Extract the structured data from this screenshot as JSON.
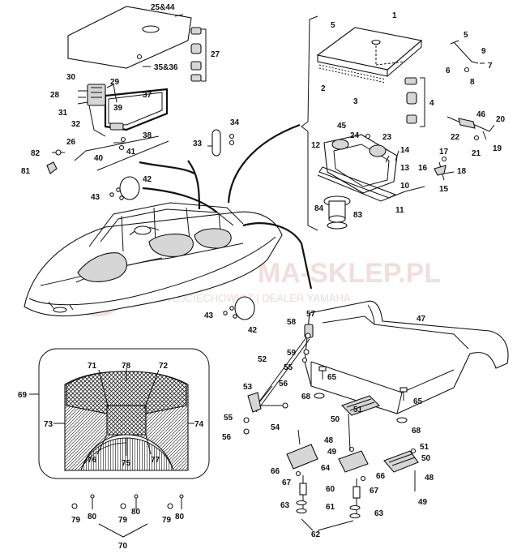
{
  "watermark": {
    "main": "MA-SKLEP.PL",
    "sub": "WOJCIECHOWICZ | DEALER YAMAHA"
  },
  "labels": {
    "l25_44": "25&44",
    "l27": "27",
    "l35_36": "35&36",
    "l30": "30",
    "l29": "29",
    "l37": "37",
    "l28": "28",
    "l31": "31",
    "l39": "39",
    "l32": "32",
    "l26": "26",
    "l38": "38",
    "l41": "41",
    "l40": "40",
    "l82": "82",
    "l81": "81",
    "l1": "1",
    "l5": "5",
    "l2": "2",
    "l3": "3",
    "l4": "4",
    "l9": "9",
    "l7": "7",
    "l6": "6",
    "l8": "8",
    "l45": "45",
    "l24": "24",
    "l23": "23",
    "l12": "12",
    "l14": "14",
    "l13": "13",
    "l10": "10",
    "l11": "11",
    "l84": "84",
    "l83": "83",
    "l46": "46",
    "l20": "20",
    "l22": "22",
    "l21": "21",
    "l19": "19",
    "l17": "17",
    "l16": "16",
    "l18": "18",
    "l15": "15",
    "l34": "34",
    "l33": "33",
    "l42a": "42",
    "l43a": "43",
    "l43b": "43",
    "l42b": "42",
    "l57": "57",
    "l58": "58",
    "l47": "47",
    "l59": "59",
    "l52": "52",
    "l55a": "55",
    "l56a": "56",
    "l65a": "65",
    "l65b": "65",
    "l53": "53",
    "l68a": "68",
    "l51a": "51",
    "l54": "54",
    "l55b": "55",
    "l56b": "56",
    "l50a": "50",
    "l48a": "48",
    "l49a": "49",
    "l68b": "68",
    "l51b": "51",
    "l50b": "50",
    "l48b": "48",
    "l64": "64",
    "l66a": "66",
    "l66b": "66",
    "l67a": "67",
    "l67b": "67",
    "l60": "60",
    "l49b": "49",
    "l63a": "63",
    "l63b": "63",
    "l61": "61",
    "l62": "62",
    "l69": "69",
    "l71": "71",
    "l78": "78",
    "l72": "72",
    "l73": "73",
    "l74": "74",
    "l76": "76",
    "l75": "75",
    "l77": "77",
    "l80a": "80",
    "l80b": "80",
    "l80c": "80",
    "l79a": "79",
    "l79b": "79",
    "l79c": "79",
    "l70": "70"
  }
}
